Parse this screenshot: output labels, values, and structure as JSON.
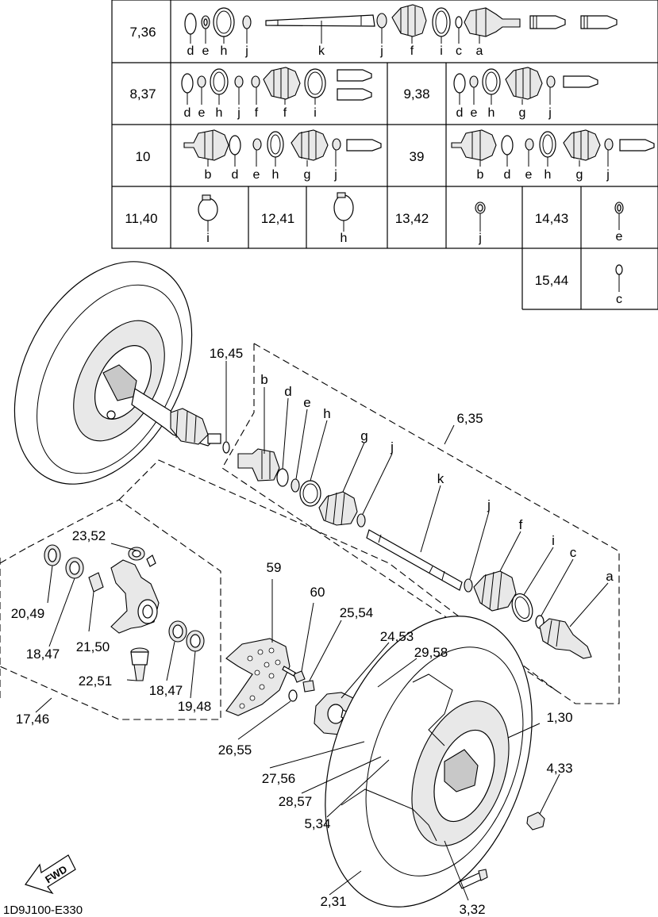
{
  "diagram_code": "1D9J100-E330",
  "fwd_label": "FWD",
  "kit_table": {
    "rows": [
      {
        "ref": "7,36",
        "letters": [
          "d",
          "e",
          "h",
          "j",
          "k",
          "j",
          "f",
          "i",
          "c",
          "a"
        ]
      },
      {
        "ref": "8,37",
        "letters": [
          "d",
          "e",
          "h",
          "j",
          "f",
          "i"
        ]
      },
      {
        "ref": "9,38",
        "letters": [
          "d",
          "e",
          "h",
          "g",
          "j"
        ]
      },
      {
        "ref": "10",
        "letters": [
          "b",
          "d",
          "e",
          "h",
          "g",
          "j"
        ]
      },
      {
        "ref": "39",
        "letters": [
          "b",
          "d",
          "e",
          "h",
          "g",
          "j"
        ]
      },
      {
        "ref": "11,40",
        "letters": [
          "i"
        ]
      },
      {
        "ref": "12,41",
        "letters": [
          "h"
        ]
      },
      {
        "ref": "13,42",
        "letters": [
          "j"
        ]
      },
      {
        "ref": "14,43",
        "letters": [
          "e"
        ]
      },
      {
        "ref": "15,44",
        "letters": [
          "c"
        ]
      }
    ]
  },
  "callouts": {
    "p16_45": "16,45",
    "p6_35": "6,35",
    "b": "b",
    "d": "d",
    "e": "e",
    "h": "h",
    "g": "g",
    "j1": "j",
    "k": "k",
    "j2": "j",
    "f": "f",
    "i": "i",
    "c": "c",
    "a": "a",
    "p23_52": "23,52",
    "p20_49": "20,49",
    "p18_47a": "18,47",
    "p21_50": "21,50",
    "p22_51": "22,51",
    "p18_47b": "18,47",
    "p19_48": "19,48",
    "p17_46": "17,46",
    "p59": "59",
    "p60": "60",
    "p25_54": "25,54",
    "p24_53": "24,53",
    "p29_58": "29,58",
    "p1_30": "1,30",
    "p26_55": "26,55",
    "p27_56": "27,56",
    "p28_57": "28,57",
    "p5_34": "5,34",
    "p4_33": "4,33",
    "p2_31": "2,31",
    "p3_32": "3,32"
  }
}
